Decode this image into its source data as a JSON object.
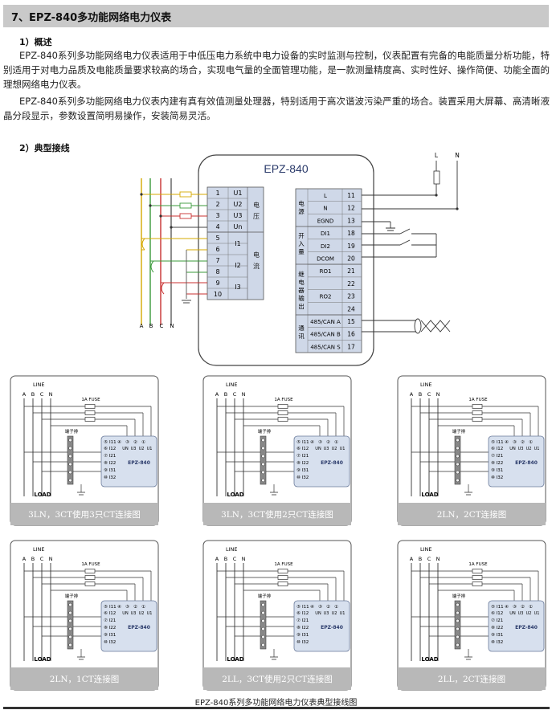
{
  "header": {
    "title": "7、EPZ-840多功能网络电力仪表"
  },
  "overview": {
    "heading": "1）概述",
    "p1": "EPZ-840系列多功能网络电力仪表适用于中低压电力系统中电力设备的实时监测与控制，仪表配置有完备的电能质量分析功能，特别适用于对电力品质及电能质量要求较高的场合，实现电气量的全面管理功能，是一款测量精度高、实时性好、操作简便、功能全面的理想网络电力仪表。",
    "p2": "EPZ-840系列多功能网络电力仪表内建有真有效值测量处理器，特别适用于高次谐波污染严重的场合。装置采用大屏幕、高清晰液晶分段显示，参数设置简明易操作，安装简易灵活。"
  },
  "wiring": {
    "heading": "2）典型接线",
    "device": "EPZ-840",
    "source_labels": [
      "L",
      "N"
    ],
    "phase_labels": [
      "A",
      "B",
      "C",
      "N"
    ],
    "left_terminals": [
      {
        "no": "1",
        "sig": "U1"
      },
      {
        "no": "2",
        "sig": "U2"
      },
      {
        "no": "3",
        "sig": "U3"
      },
      {
        "no": "4",
        "sig": "Un"
      },
      {
        "no": "5",
        "sig": ""
      },
      {
        "no": "6",
        "sig": ""
      },
      {
        "no": "7",
        "sig": ""
      },
      {
        "no": "8",
        "sig": ""
      },
      {
        "no": "9",
        "sig": ""
      },
      {
        "no": "10",
        "sig": ""
      }
    ],
    "current_labels": [
      "I1",
      "I2",
      "I3"
    ],
    "group_voltage": [
      "电",
      "压"
    ],
    "group_current": [
      "电",
      "流"
    ],
    "group_power": [
      "电",
      "源"
    ],
    "group_input": [
      "开",
      "入",
      "量"
    ],
    "group_relay": [
      "继",
      "电",
      "器",
      "输",
      "出"
    ],
    "group_comm": [
      "通",
      "讯"
    ],
    "right_terminals": [
      {
        "sig": "L",
        "no": "11"
      },
      {
        "sig": "N",
        "no": "12"
      },
      {
        "sig": "EGND",
        "no": "13"
      },
      {
        "sig": "DI1",
        "no": "18"
      },
      {
        "sig": "DI2",
        "no": "19"
      },
      {
        "sig": "DCOM",
        "no": "20"
      },
      {
        "sig": "RO1",
        "no": "21"
      },
      {
        "sig": "",
        "no": "22"
      },
      {
        "sig": "RO2",
        "no": "23"
      },
      {
        "sig": "",
        "no": "24"
      },
      {
        "sig": "485/CAN A",
        "no": "15"
      },
      {
        "sig": "485/CAN B",
        "no": "16"
      },
      {
        "sig": "485/CAN S",
        "no": "17"
      }
    ]
  },
  "mini_common": {
    "line": "LINE",
    "phases": [
      "A",
      "B",
      "C",
      "N"
    ],
    "fuse": "1A FUSE",
    "strip": "端子排",
    "load": "LOAD",
    "model": "EPZ-840",
    "top_nums": [
      "⑤",
      "I11",
      "④",
      "③",
      "②",
      "①"
    ],
    "top_sigs": [
      "UN",
      "U3",
      "U2",
      "U1"
    ],
    "rows": [
      "⑥ I12",
      "⑦ I21",
      "⑧ I22",
      "⑨ I31",
      "⑩ I32"
    ]
  },
  "minis": [
    {
      "caption": "3LN，3CT使用3只CT连接图"
    },
    {
      "caption": "3LN，3CT使用2只CT连接图"
    },
    {
      "caption": "2LN，2CT连接图"
    },
    {
      "caption": "2LN，1CT连接图"
    },
    {
      "caption": "2LL，3CT使用2只CT连接图"
    },
    {
      "caption": "2LL，2CT连接图"
    }
  ],
  "footer": {
    "caption": "EPZ-840系列多功能网络电力仪表典型接线图"
  }
}
